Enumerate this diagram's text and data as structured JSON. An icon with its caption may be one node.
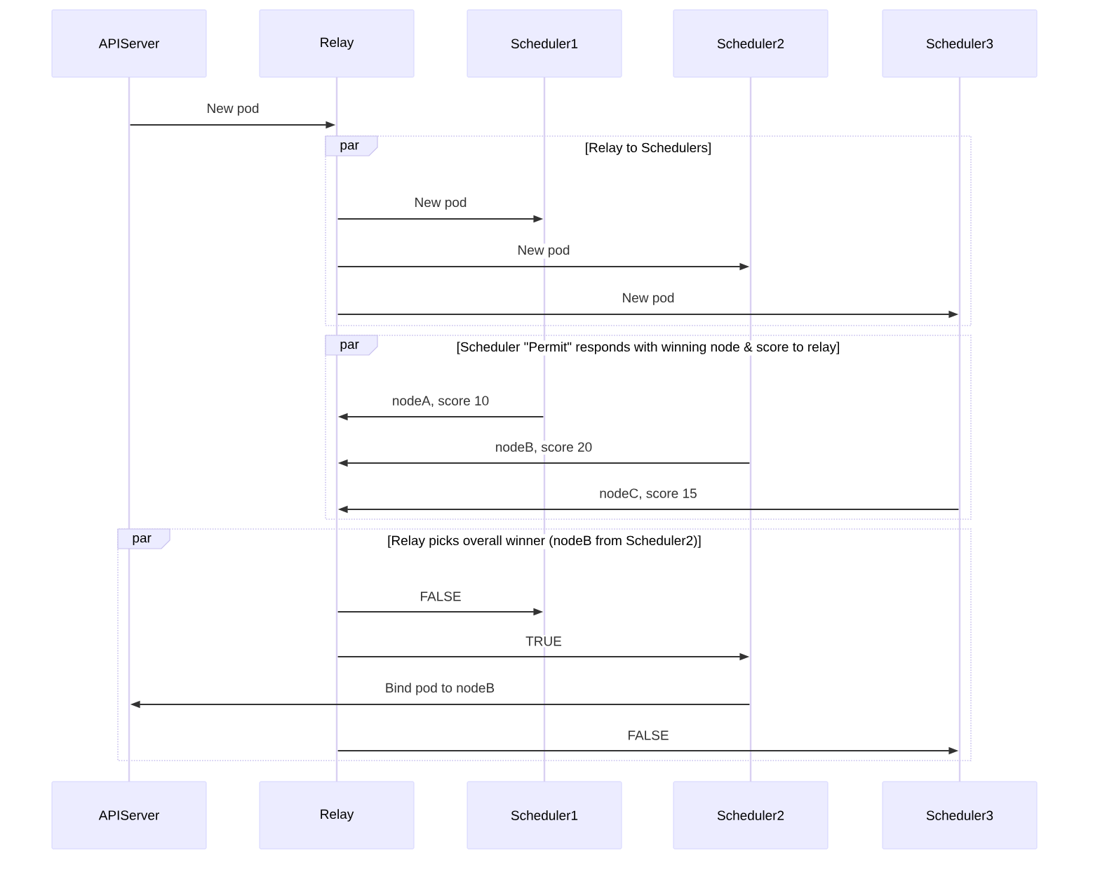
{
  "diagram": {
    "nodes": [
      {
        "text": [
          "APIServer"
        ]
      },
      {
        "text": [
          "Relay"
        ]
      },
      {
        "text": [
          "Scheduler1"
        ]
      },
      {
        "text": [
          "Scheduler2"
        ]
      },
      {
        "text": [
          "Scheduler3"
        ]
      },
      {
        "text": [
          "APIServer"
        ]
      },
      {
        "text": [
          "Relay"
        ]
      },
      {
        "text": [
          "Scheduler1"
        ]
      },
      {
        "text": [
          "Scheduler2"
        ]
      },
      {
        "text": [
          "Scheduler3"
        ]
      },
      {
        "text": [],
        "shape": "line"
      },
      {
        "text": [],
        "shape": "line"
      },
      {
        "text": [],
        "shape": "line"
      },
      {
        "text": [],
        "shape": "line"
      },
      {
        "text": [],
        "shape": "line"
      }
    ],
    "edges": [
      {
        "from": 10,
        "to": 11,
        "arrow": "to",
        "label": "New pod"
      },
      {
        "from": 11,
        "to": 12,
        "arrow": "to",
        "label": "New pod"
      },
      {
        "from": 11,
        "to": 13,
        "arrow": "to",
        "label": "New pod"
      },
      {
        "from": 11,
        "to": 14,
        "arrow": "to",
        "label": "New pod"
      },
      {
        "from": 12,
        "to": 11,
        "arrow": "to",
        "label": "nodeA, score 10"
      },
      {
        "from": 13,
        "to": 11,
        "arrow": "to",
        "label": "nodeB, score 20"
      },
      {
        "from": 14,
        "to": 11,
        "arrow": "to",
        "label": "nodeC, score 15"
      },
      {
        "from": 11,
        "to": 12,
        "arrow": "to",
        "label": "FALSE"
      },
      {
        "from": 11,
        "to": 13,
        "arrow": "to",
        "label": "TRUE"
      },
      {
        "from": 13,
        "to": 10,
        "arrow": "to",
        "label": "Bind pod to nodeB"
      },
      {
        "from": 11,
        "to": 14,
        "arrow": "to",
        "label": "FALSE"
      }
    ],
    "labels": [
      "par",
      "[Relay to Schedulers]",
      "par",
      "[Scheduler \"Permit\" responds with winning node & score to relay]",
      "par",
      "[Relay picks overall winner (nodeB from Scheduler2)]"
    ]
  }
}
